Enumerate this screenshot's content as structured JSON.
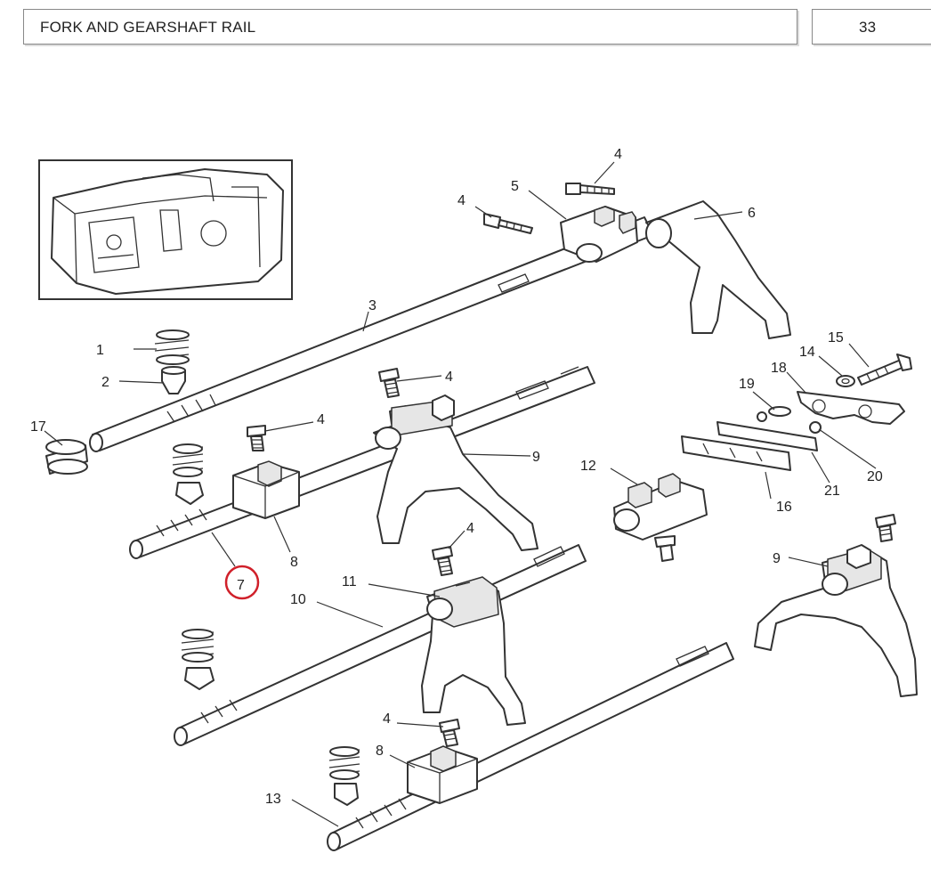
{
  "header": {
    "title": "FORK AND GEARSHAFT RAIL",
    "page_number": "33"
  },
  "callouts": {
    "c1": "1",
    "c2": "2",
    "c3": "3",
    "c4a": "4",
    "c4b": "4",
    "c4c": "4",
    "c4d": "4",
    "c4e": "4",
    "c4f": "4",
    "c5": "5",
    "c6": "6",
    "c7": "7",
    "c8a": "8",
    "c8b": "8",
    "c9a": "9",
    "c9b": "9",
    "c10": "10",
    "c11": "11",
    "c12": "12",
    "c13": "13",
    "c14": "14",
    "c15": "15",
    "c16": "16",
    "c17": "17",
    "c18": "18",
    "c19": "19",
    "c20": "20",
    "c21": "21"
  },
  "highlight": {
    "color": "#d0202a"
  }
}
